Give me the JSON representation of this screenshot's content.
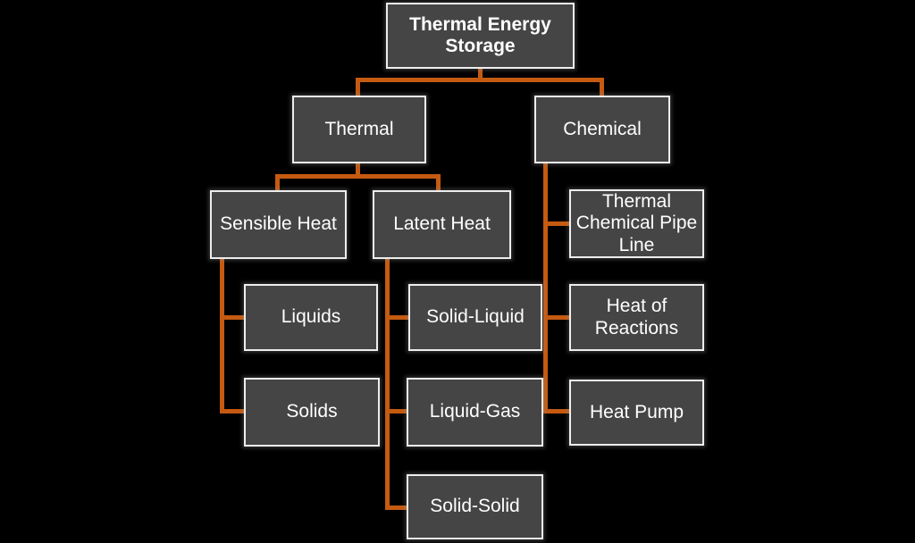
{
  "theme": {
    "background": "#000000",
    "box_fill": "#454545",
    "box_border": "#ededed",
    "text_color": "#ffffff",
    "connector": "#c55a11"
  },
  "diagram": {
    "type": "hierarchy",
    "title": "Thermal Energy Storage",
    "nodes": {
      "root": {
        "label": "Thermal Energy Storage"
      },
      "thermal": {
        "label": "Thermal"
      },
      "chemical": {
        "label": "Chemical"
      },
      "sensible_heat": {
        "label": "Sensible Heat"
      },
      "latent_heat": {
        "label": "Latent Heat"
      },
      "thermal_chemical_pipe_line": {
        "label": "Thermal Chemical Pipe Line"
      },
      "liquids": {
        "label": "Liquids"
      },
      "solid_liquid": {
        "label": "Solid-Liquid"
      },
      "heat_of_reactions": {
        "label": "Heat of Reactions"
      },
      "solids": {
        "label": "Solids"
      },
      "liquid_gas": {
        "label": "Liquid-Gas"
      },
      "heat_pump": {
        "label": "Heat Pump"
      },
      "solid_solid": {
        "label": "Solid-Solid"
      }
    },
    "tree": {
      "Thermal Energy Storage": {
        "Thermal": {
          "Sensible Heat": [
            "Liquids",
            "Solids"
          ],
          "Latent Heat": [
            "Solid-Liquid",
            "Liquid-Gas",
            "Solid-Solid"
          ]
        },
        "Chemical": [
          "Thermal Chemical Pipe Line",
          "Heat of Reactions",
          "Heat Pump"
        ]
      }
    }
  }
}
